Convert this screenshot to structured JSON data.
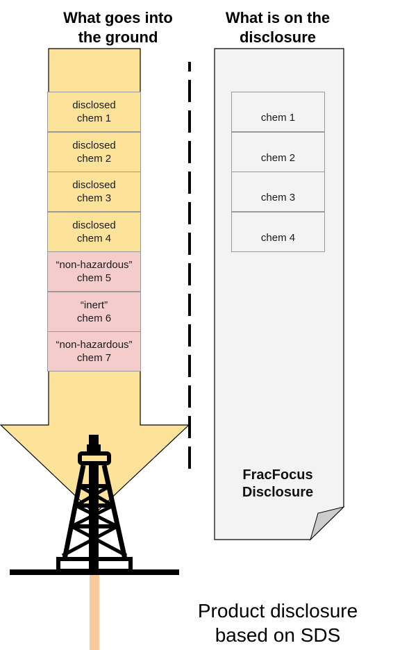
{
  "titles": {
    "left_line1": "What goes into",
    "left_line2": "the ground",
    "right_line1": "What is on the",
    "right_line2": "disclosure"
  },
  "ground_chemicals": [
    {
      "label": "disclosed",
      "name": "chem 1",
      "status": "disclosed"
    },
    {
      "label": "disclosed",
      "name": "chem 2",
      "status": "disclosed"
    },
    {
      "label": "disclosed",
      "name": "chem 3",
      "status": "disclosed"
    },
    {
      "label": "disclosed",
      "name": "chem 4",
      "status": "disclosed"
    },
    {
      "label": "“non-hazardous”",
      "name": "chem 5",
      "status": "undisclosed"
    },
    {
      "label": "“inert”",
      "name": "chem 6",
      "status": "undisclosed"
    },
    {
      "label": "“non-hazardous”",
      "name": "chem 7",
      "status": "undisclosed"
    }
  ],
  "disclosure_chemicals": [
    "chem 1",
    "chem 2",
    "chem 3",
    "chem 4"
  ],
  "document": {
    "line1": "FracFocus",
    "line2": "Disclosure"
  },
  "caption": {
    "line1": "Product disclosure",
    "line2": "based on SDS"
  },
  "colors": {
    "arrow_fill": "#fde399",
    "disclosed_fill": "#fde399",
    "undisclosed_fill": "#f4cccc",
    "document_fill": "#f3f3f3",
    "document_fold": "#cccccc",
    "pipe": "#f9cb9c",
    "rig": "#000000"
  },
  "icons": {
    "rig": "oil-derrick-icon",
    "divider": "dashed-divider"
  }
}
